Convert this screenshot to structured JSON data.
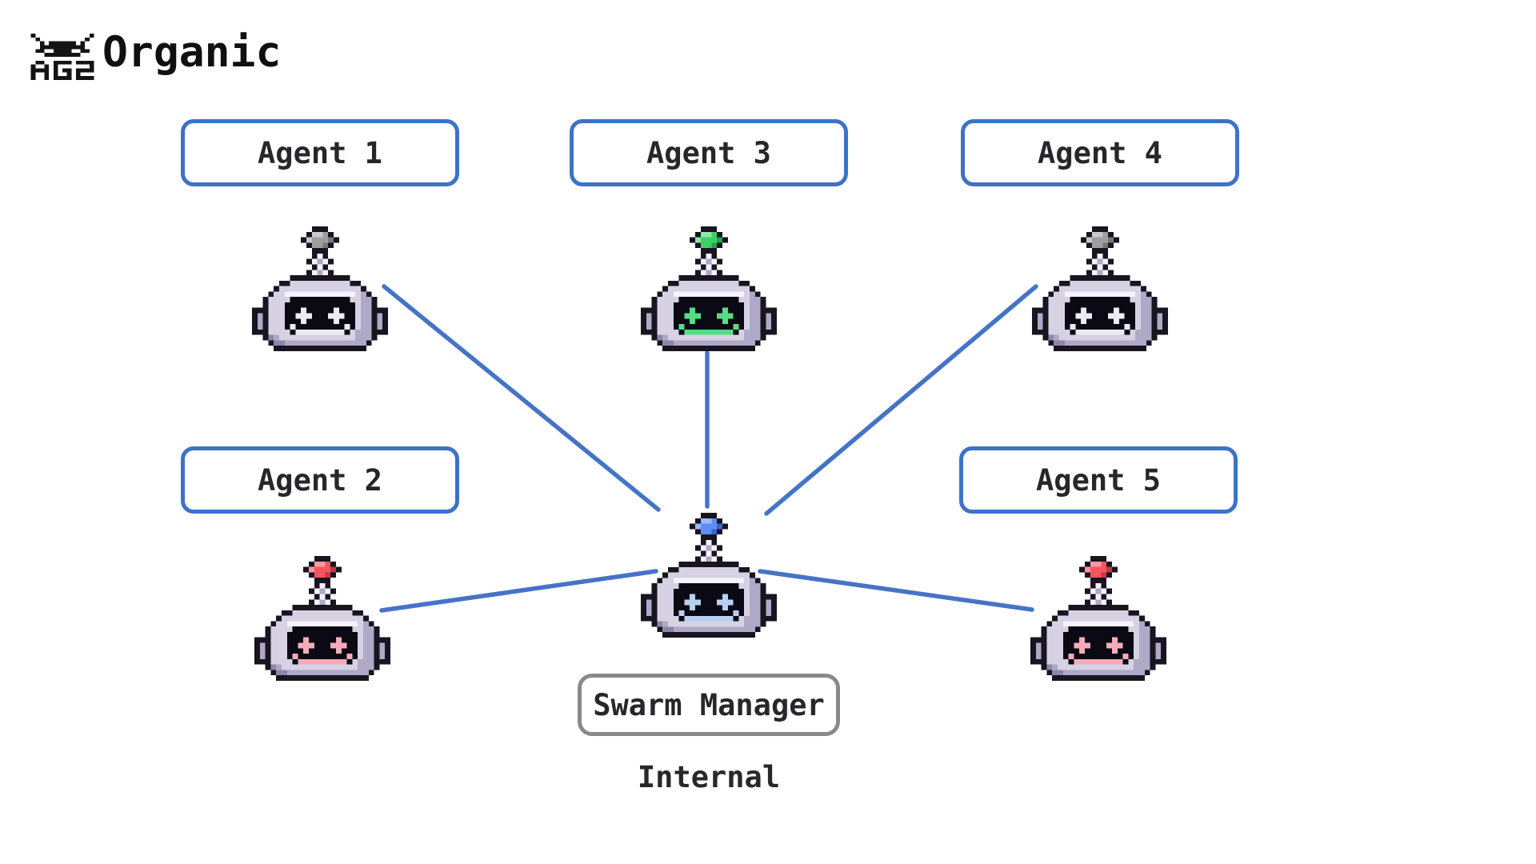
{
  "header": {
    "logo_text": "AG2",
    "title": "Organic"
  },
  "palette": {
    "background": "#ffffff",
    "edge_blue": "#4574c6",
    "agent_box_border": "#3d72c7",
    "manager_box_border": "#8a8a8a",
    "box_background": "#ffffff",
    "label_text": "#27272b",
    "title_text": "#101010"
  },
  "nodes": {
    "agents": [
      {
        "id": "a1",
        "label": "Agent 1",
        "variant": "gray"
      },
      {
        "id": "a2",
        "label": "Agent 2",
        "variant": "red"
      },
      {
        "id": "a3",
        "label": "Agent 3",
        "variant": "green"
      },
      {
        "id": "a4",
        "label": "Agent 4",
        "variant": "gray"
      },
      {
        "id": "a5",
        "label": "Agent 5",
        "variant": "red"
      }
    ],
    "manager": {
      "id": "manager",
      "label": "Swarm Manager",
      "variant": "blue",
      "caption": "Internal"
    }
  },
  "robot_variants": {
    "gray": {
      "ball": "#9e9e9e",
      "ball_hi": "#c9c9c9",
      "ball_sh": "#767676",
      "accent": "#eceaf5"
    },
    "green": {
      "ball": "#41cd68",
      "ball_hi": "#8ceaa9",
      "ball_sh": "#2b9e50",
      "accent": "#55dd86"
    },
    "red": {
      "ball": "#f65361",
      "ball_hi": "#ff97a1",
      "ball_sh": "#c23a49",
      "accent": "#f4acb8"
    },
    "blue": {
      "ball": "#5e8df1",
      "ball_hi": "#9ab9f9",
      "ball_sh": "#3c64ca",
      "accent": "#b7d1f3"
    }
  },
  "edges": [
    {
      "from": "a1",
      "to": "manager"
    },
    {
      "from": "a2",
      "to": "manager"
    },
    {
      "from": "a3",
      "to": "manager"
    },
    {
      "from": "a4",
      "to": "manager"
    },
    {
      "from": "a5",
      "to": "manager"
    }
  ]
}
